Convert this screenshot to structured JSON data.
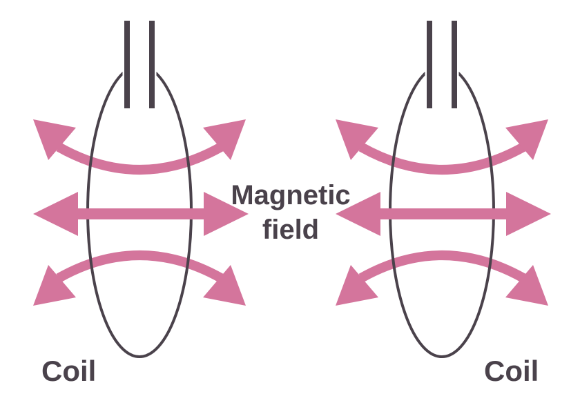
{
  "diagram": {
    "magnetic_field_label": {
      "line1": "Magnetic",
      "line2": "field"
    },
    "coil_label_left": "Coil",
    "coil_label_right": "Coil"
  },
  "colors": {
    "arrow_pink": "#d4759c",
    "line_dark": "#4a424b",
    "background": "#ffffff"
  }
}
